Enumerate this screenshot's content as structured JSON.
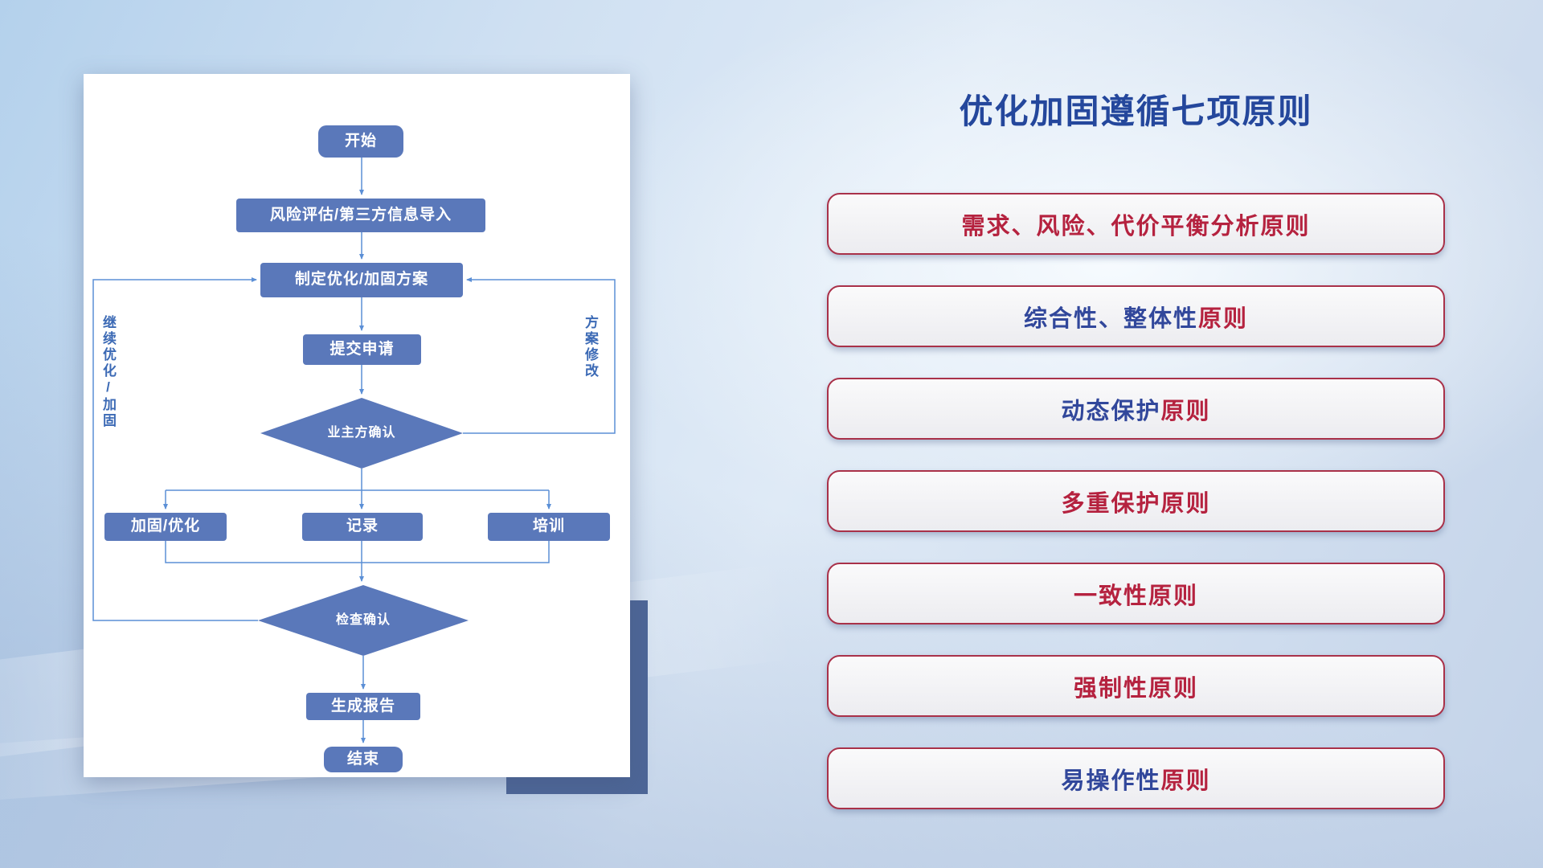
{
  "colors": {
    "title_blue": "#24479c",
    "principle_red": "#b5223f",
    "principle_blue": "#31479b",
    "node_blue": "#5a78ba",
    "connector_blue": "#5b8fd6",
    "back_rect_blue": "#4d6697"
  },
  "flowchart": {
    "nodes": {
      "start": "开始",
      "risk_import": "风险评估/第三方信息导入",
      "make_plan": "制定优化/加固方案",
      "submit": "提交申请",
      "owner_confirm": "业主方确认",
      "harden": "加固/优化",
      "record": "记录",
      "train": "培训",
      "check_confirm": "检查确认",
      "report": "生成报告",
      "end": "结束"
    },
    "loop_labels": {
      "left": "继续优化/加固",
      "right": "方案修改"
    }
  },
  "principles": {
    "title": "优化加固遵循七项原则",
    "items": [
      {
        "segments": [
          {
            "text": "需求、风险、代价平衡分析原则",
            "color": "#b5223f"
          }
        ]
      },
      {
        "segments": [
          {
            "text": "综合性、整体性",
            "color": "#31479b"
          },
          {
            "text": "原则",
            "color": "#b5223f"
          }
        ]
      },
      {
        "segments": [
          {
            "text": "动态保护",
            "color": "#31479b"
          },
          {
            "text": "原则",
            "color": "#b5223f"
          }
        ]
      },
      {
        "segments": [
          {
            "text": "多重保护原则",
            "color": "#b5223f"
          }
        ]
      },
      {
        "segments": [
          {
            "text": "一致性原则",
            "color": "#b5223f"
          }
        ]
      },
      {
        "segments": [
          {
            "text": "强制性原则",
            "color": "#b5223f"
          }
        ]
      },
      {
        "segments": [
          {
            "text": "易操作性",
            "color": "#31479b"
          },
          {
            "text": "原则",
            "color": "#b5223f"
          }
        ]
      }
    ]
  }
}
